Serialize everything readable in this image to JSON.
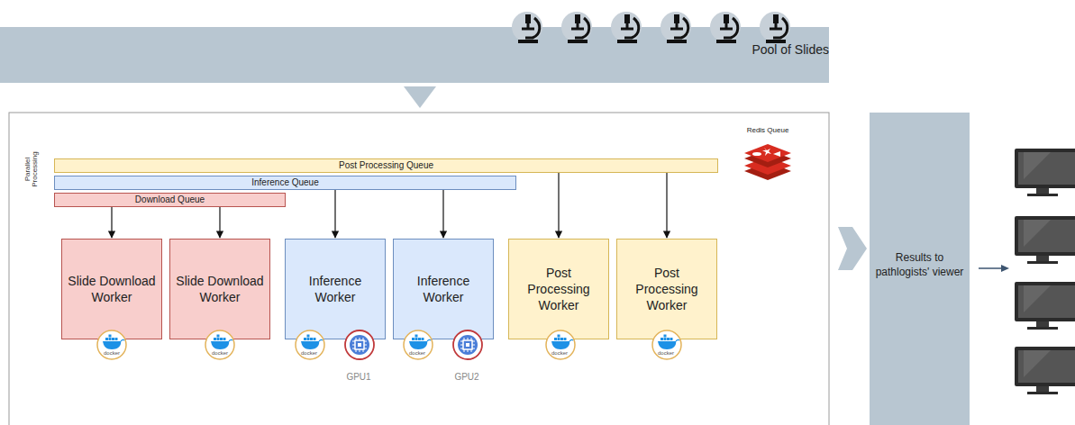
{
  "diagram": {
    "nodes": [
      {
        "text": [
          "Pool of Slides"
        ]
      },
      {
        "text": [
          "Post Processing Queue"
        ]
      },
      {
        "text": [
          "Inference Queue"
        ]
      },
      {
        "text": [
          "Download Queue"
        ]
      },
      {
        "text": [
          "Slide Download Worker"
        ]
      },
      {
        "text": [
          "Slide Download Worker"
        ]
      },
      {
        "text": [
          "Inference Worker"
        ]
      },
      {
        "text": [
          "Inference Worker"
        ]
      },
      {
        "text": [
          "Post Processing Worker"
        ]
      },
      {
        "text": [
          "Post Processing Worker"
        ]
      },
      {
        "text": [
          "Results to pathlogists' viewer"
        ]
      }
    ],
    "edges": [
      {
        "from": 3,
        "to": 4,
        "arrow": "to"
      },
      {
        "from": 3,
        "to": 5,
        "arrow": "to"
      },
      {
        "from": 2,
        "to": 6,
        "arrow": "to"
      },
      {
        "from": 2,
        "to": 7,
        "arrow": "to"
      },
      {
        "from": 1,
        "to": 8,
        "arrow": "to"
      },
      {
        "from": 1,
        "to": 9,
        "arrow": "to"
      }
    ],
    "labels": [
      "Parallel Processing",
      "Redis Queue",
      "docker",
      "docker",
      "docker",
      "docker",
      "docker",
      "docker",
      "GPU1",
      "GPU2"
    ]
  }
}
